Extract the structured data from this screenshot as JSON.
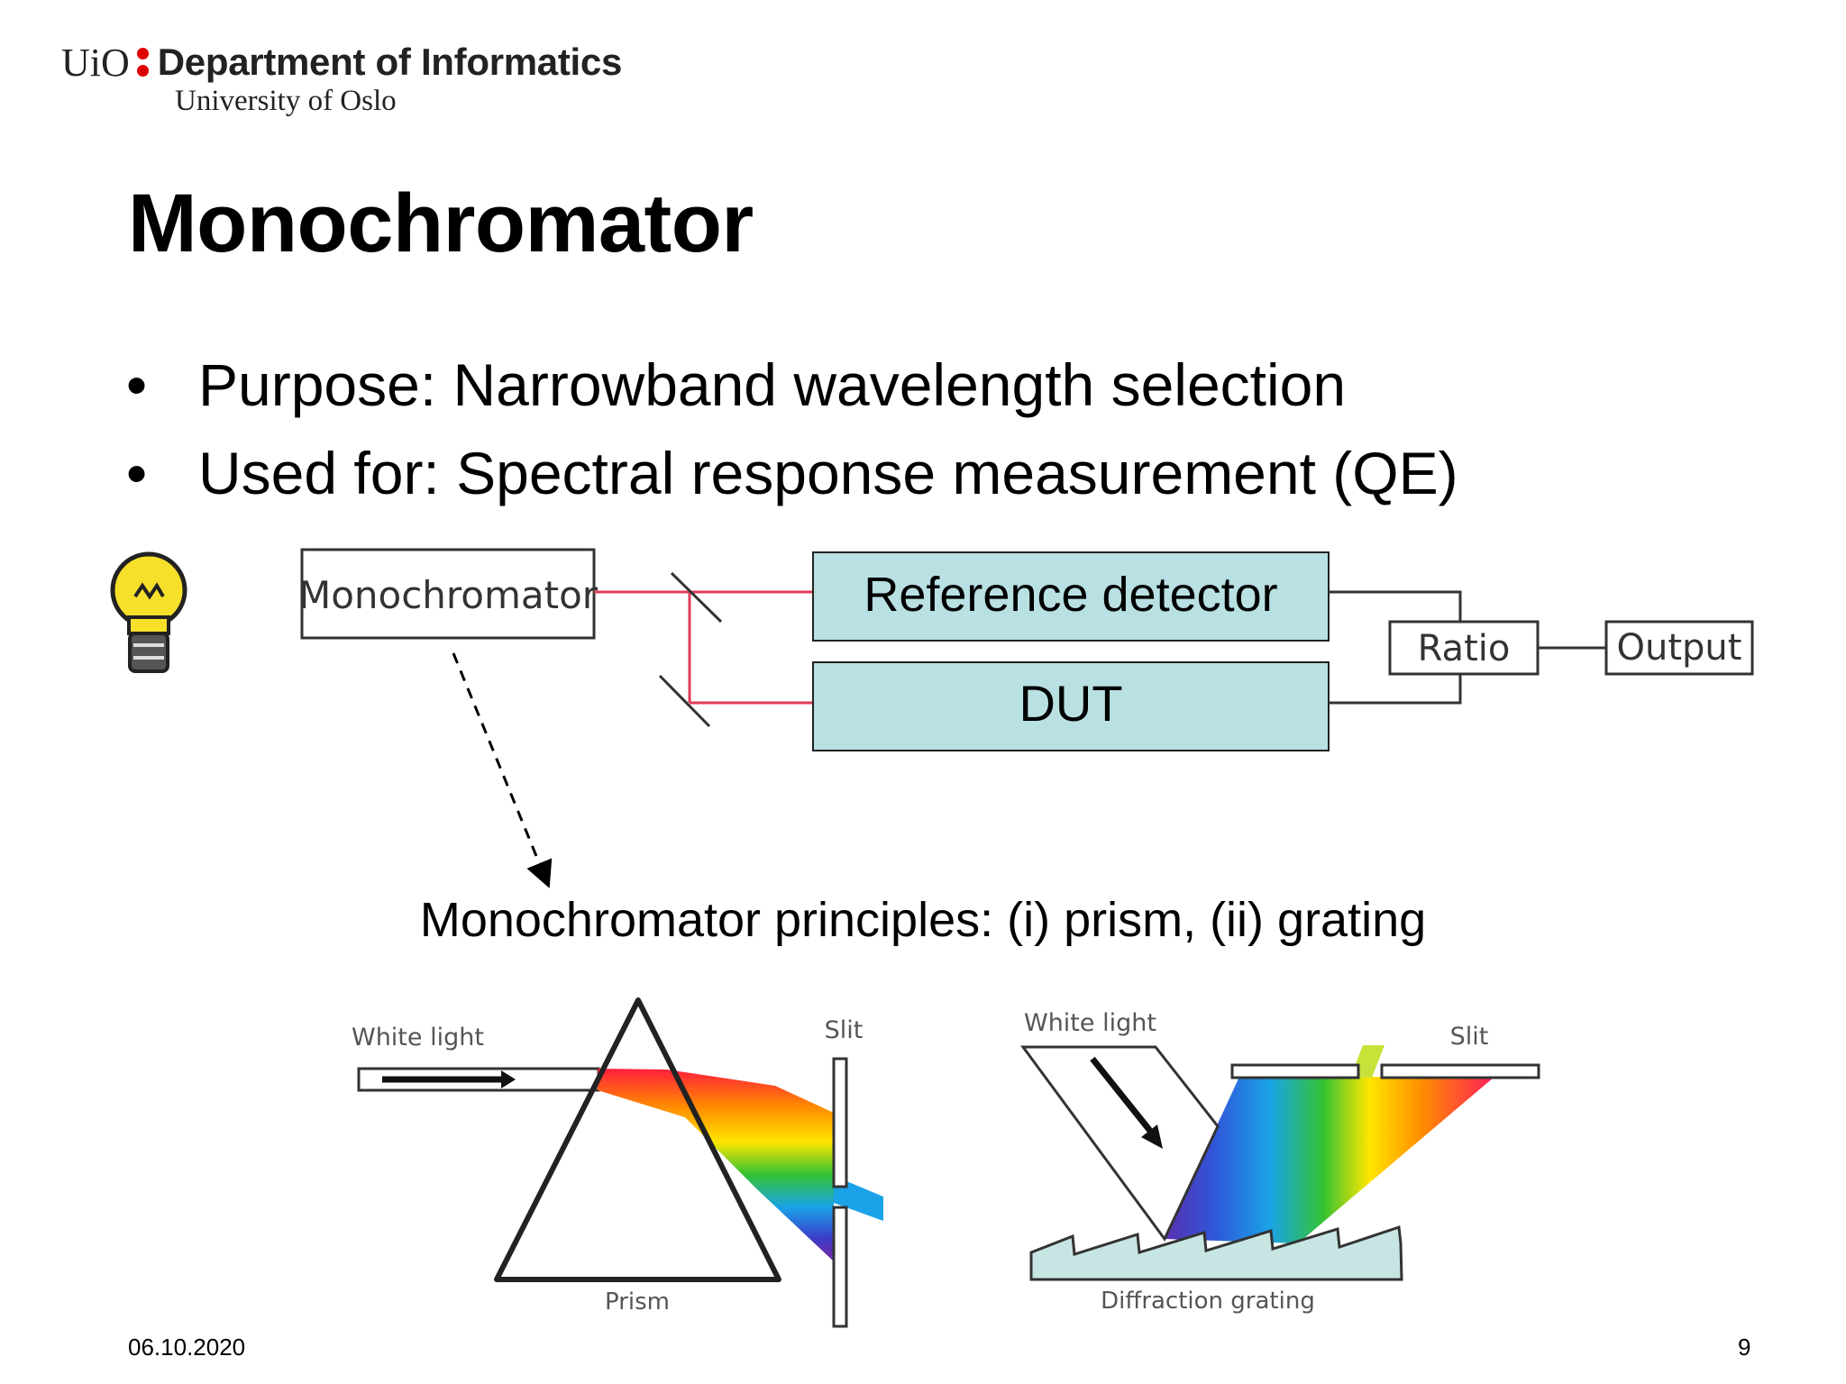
{
  "header": {
    "uio": "UiO",
    "department": "Department of Informatics",
    "university": "University of Oslo"
  },
  "slide": {
    "title": "Monochromator",
    "bullets": [
      "Purpose: Narrowband wavelength selection",
      "Used for: Spectral response measurement (QE)"
    ],
    "subheading": "Monochromator principles: (i) prism, (ii) grating"
  },
  "diagram": {
    "monochromator": "Monochromator",
    "reference_detector": "Reference detector",
    "dut": "DUT",
    "ratio": "Ratio",
    "output": "Output",
    "detector_fill": "#b9e0e3",
    "beam_color": "#e23b5a"
  },
  "prism": {
    "white_light": "White light",
    "slit": "Slit",
    "prism": "Prism"
  },
  "grating": {
    "white_light": "White light",
    "slit": "Slit",
    "diffraction_grating": "Diffraction grating"
  },
  "footer": {
    "date": "06.10.2020",
    "page": "9"
  }
}
